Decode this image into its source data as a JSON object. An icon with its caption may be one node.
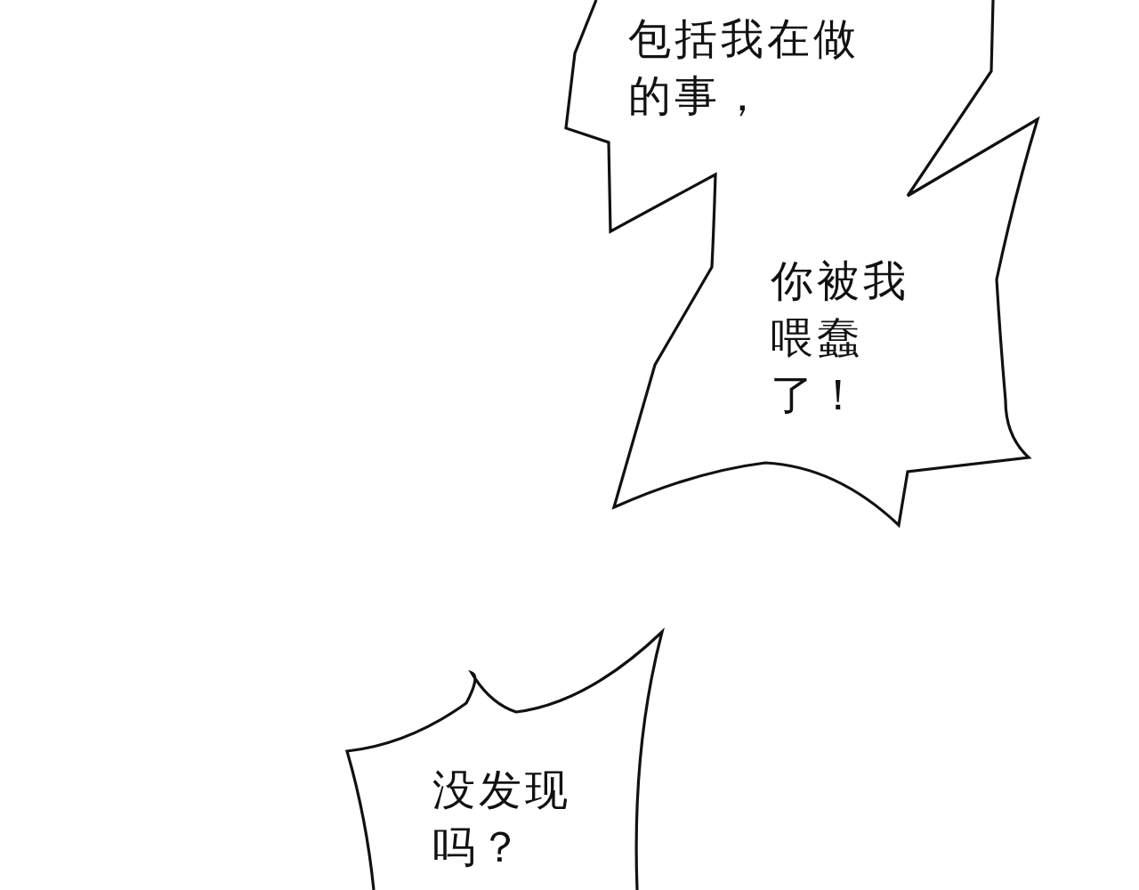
{
  "diagram": {
    "nodes": [
      {
        "text": [
          "包括我在做的事，",
          "你被我喂蠢了！"
        ]
      },
      {
        "text": [
          "没发现吗？"
        ]
      }
    ]
  }
}
